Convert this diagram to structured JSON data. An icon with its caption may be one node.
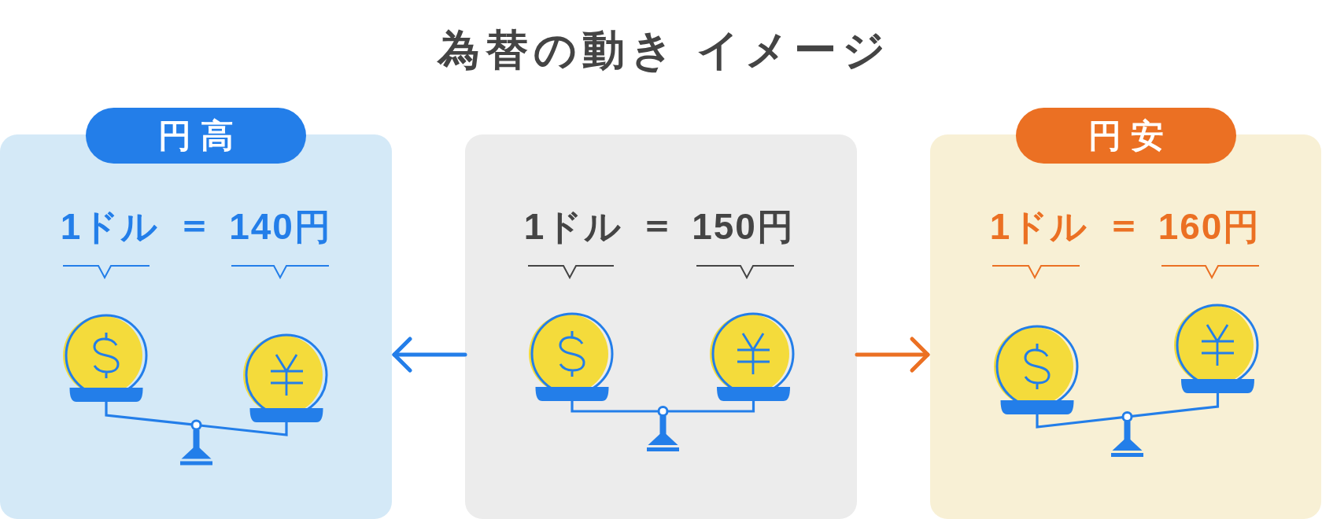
{
  "diagram": {
    "title": "為替の動き イメージ",
    "nodes": [
      {
        "text": [
          "円高"
        ]
      },
      {
        "text": [
          "1ドル",
          "＝",
          "140円"
        ]
      },
      {
        "text": [
          "1ドル",
          "＝",
          "150円"
        ]
      },
      {
        "text": [
          "円安"
        ]
      },
      {
        "text": [
          "1ドル",
          "＝",
          "160円"
        ]
      }
    ],
    "edges": [
      {
        "from": 2,
        "to": 1,
        "arrow": "to",
        "color": "#237ee9"
      },
      {
        "from": 2,
        "to": 4,
        "arrow": "to",
        "color": "#eb7023"
      }
    ]
  }
}
